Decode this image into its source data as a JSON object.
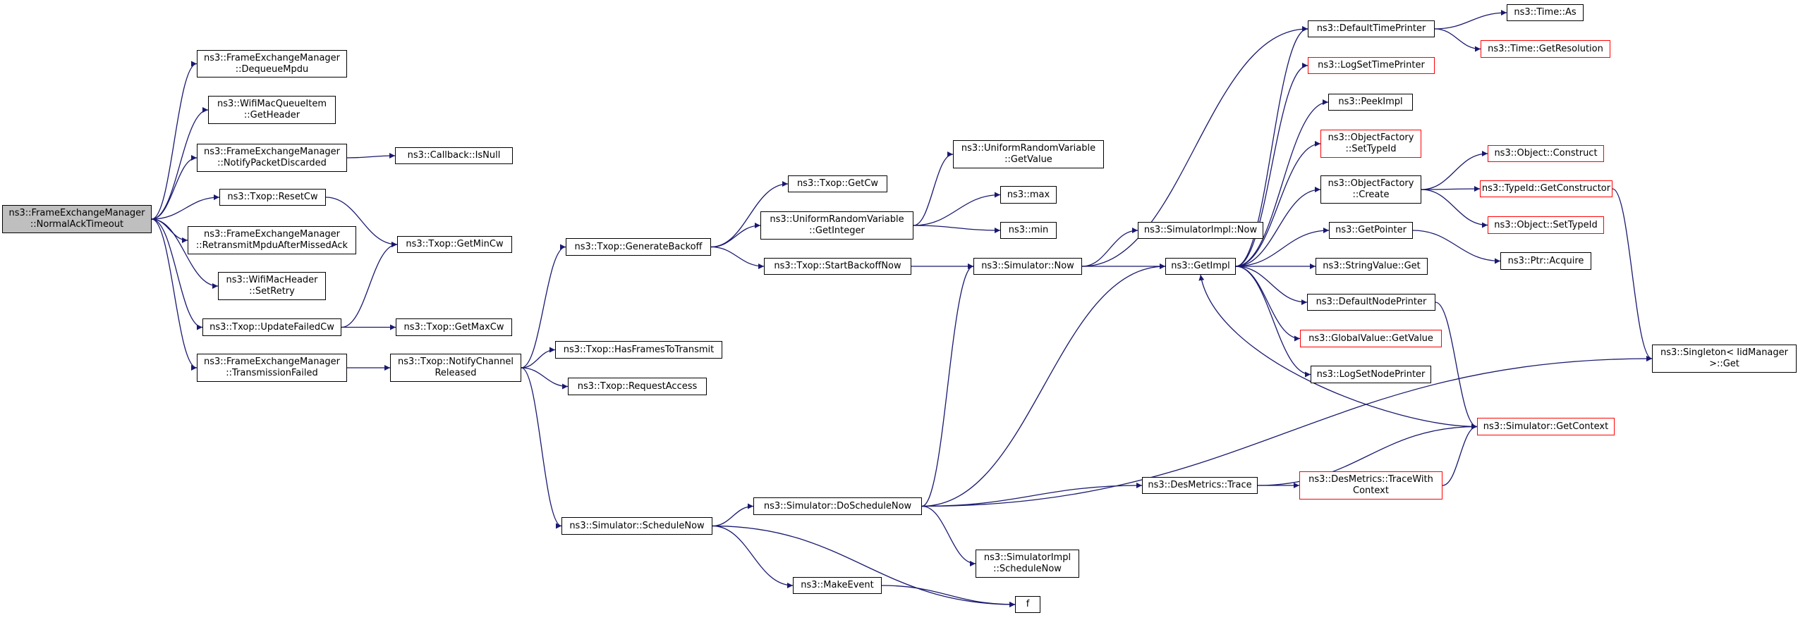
{
  "graph": {
    "edge_color": "#191970",
    "truncated_border_color": "#ff0000",
    "focus_fill": "#bfbfbf",
    "nodes": [
      {
        "id": "naTimeout",
        "label": "ns3::FrameExchangeManager\n::NormalAckTimeout",
        "focus": true
      },
      {
        "id": "dequeue",
        "label": "ns3::FrameExchangeManager\n::DequeueMpdu"
      },
      {
        "id": "getHeader",
        "label": "ns3::WifiMacQueueItem\n::GetHeader"
      },
      {
        "id": "notifyDiscard",
        "label": "ns3::FrameExchangeManager\n::NotifyPacketDiscarded"
      },
      {
        "id": "resetCw",
        "label": "ns3::Txop::ResetCw"
      },
      {
        "id": "retransmit",
        "label": "ns3::FrameExchangeManager\n::RetransmitMpduAfterMissedAck"
      },
      {
        "id": "setRetry",
        "label": "ns3::WifiMacHeader\n::SetRetry"
      },
      {
        "id": "updateFailedCw",
        "label": "ns3::Txop::UpdateFailedCw"
      },
      {
        "id": "txFailed",
        "label": "ns3::FrameExchangeManager\n::TransmissionFailed"
      },
      {
        "id": "cbIsNull",
        "label": "ns3::Callback::IsNull"
      },
      {
        "id": "getMinCw",
        "label": "ns3::Txop::GetMinCw"
      },
      {
        "id": "getMaxCw",
        "label": "ns3::Txop::GetMaxCw"
      },
      {
        "id": "notifyChRel",
        "label": "ns3::Txop::NotifyChannel\nReleased"
      },
      {
        "id": "genBackoff",
        "label": "ns3::Txop::GenerateBackoff"
      },
      {
        "id": "hasFrames",
        "label": "ns3::Txop::HasFramesToTransmit"
      },
      {
        "id": "reqAccess",
        "label": "ns3::Txop::RequestAccess"
      },
      {
        "id": "schedNow",
        "label": "ns3::Simulator::ScheduleNow"
      },
      {
        "id": "getCw",
        "label": "ns3::Txop::GetCw"
      },
      {
        "id": "urvGetInt",
        "label": "ns3::UniformRandomVariable\n::GetInteger"
      },
      {
        "id": "startBackoff",
        "label": "ns3::Txop::StartBackoffNow"
      },
      {
        "id": "doSchedNow",
        "label": "ns3::Simulator::DoScheduleNow"
      },
      {
        "id": "makeEvent",
        "label": "ns3::MakeEvent"
      },
      {
        "id": "urvGetVal",
        "label": "ns3::UniformRandomVariable\n::GetValue"
      },
      {
        "id": "max",
        "label": "ns3::max"
      },
      {
        "id": "min",
        "label": "ns3::min"
      },
      {
        "id": "simNow",
        "label": "ns3::Simulator::Now"
      },
      {
        "id": "implSchedNow",
        "label": "ns3::SimulatorImpl\n::ScheduleNow"
      },
      {
        "id": "f",
        "label": "f"
      },
      {
        "id": "implNow",
        "label": "ns3::SimulatorImpl::Now"
      },
      {
        "id": "getImpl",
        "label": "ns3::GetImpl"
      },
      {
        "id": "desTrace",
        "label": "ns3::DesMetrics::Trace"
      },
      {
        "id": "defTimePrinter",
        "label": "ns3::DefaultTimePrinter"
      },
      {
        "id": "logSetTimePrinter",
        "label": "ns3::LogSetTimePrinter",
        "truncated": true
      },
      {
        "id": "peekImpl",
        "label": "ns3::PeekImpl"
      },
      {
        "id": "ofSetTypeId",
        "label": "ns3::ObjectFactory\n::SetTypeId",
        "truncated": true
      },
      {
        "id": "ofCreate",
        "label": "ns3::ObjectFactory\n::Create"
      },
      {
        "id": "getPointer",
        "label": "ns3::GetPointer"
      },
      {
        "id": "svGet",
        "label": "ns3::StringValue::Get"
      },
      {
        "id": "defNodePrinter",
        "label": "ns3::DefaultNodePrinter"
      },
      {
        "id": "gvGetValue",
        "label": "ns3::GlobalValue::GetValue",
        "truncated": true
      },
      {
        "id": "logSetNodePrinter",
        "label": "ns3::LogSetNodePrinter"
      },
      {
        "id": "desTraceCtx",
        "label": "ns3::DesMetrics::TraceWith\nContext",
        "truncated": true
      },
      {
        "id": "timeAs",
        "label": "ns3::Time::As"
      },
      {
        "id": "timeRes",
        "label": "ns3::Time::GetResolution",
        "truncated": true
      },
      {
        "id": "objConstruct",
        "label": "ns3::Object::Construct",
        "truncated": true
      },
      {
        "id": "tidGetCtor",
        "label": "ns3::TypeId::GetConstructor",
        "truncated": true
      },
      {
        "id": "objSetTypeId",
        "label": "ns3::Object::SetTypeId",
        "truncated": true
      },
      {
        "id": "ptrAcquire",
        "label": "ns3::Ptr::Acquire"
      },
      {
        "id": "simGetCtx",
        "label": "ns3::Simulator::GetContext",
        "truncated": true
      },
      {
        "id": "singletonGet",
        "label": "ns3::Singleton< IidManager\n>::Get"
      }
    ],
    "edges": [
      [
        "naTimeout",
        "dequeue"
      ],
      [
        "naTimeout",
        "getHeader"
      ],
      [
        "naTimeout",
        "notifyDiscard"
      ],
      [
        "naTimeout",
        "resetCw"
      ],
      [
        "naTimeout",
        "retransmit"
      ],
      [
        "naTimeout",
        "setRetry"
      ],
      [
        "naTimeout",
        "updateFailedCw"
      ],
      [
        "naTimeout",
        "txFailed"
      ],
      [
        "notifyDiscard",
        "cbIsNull"
      ],
      [
        "resetCw",
        "getMinCw"
      ],
      [
        "updateFailedCw",
        "getMinCw"
      ],
      [
        "updateFailedCw",
        "getMaxCw"
      ],
      [
        "txFailed",
        "notifyChRel"
      ],
      [
        "notifyChRel",
        "genBackoff"
      ],
      [
        "notifyChRel",
        "hasFrames"
      ],
      [
        "notifyChRel",
        "reqAccess"
      ],
      [
        "notifyChRel",
        "schedNow"
      ],
      [
        "genBackoff",
        "getCw"
      ],
      [
        "genBackoff",
        "urvGetInt"
      ],
      [
        "genBackoff",
        "startBackoff"
      ],
      [
        "urvGetInt",
        "urvGetVal"
      ],
      [
        "urvGetInt",
        "max"
      ],
      [
        "urvGetInt",
        "min"
      ],
      [
        "startBackoff",
        "simNow"
      ],
      [
        "schedNow",
        "doSchedNow"
      ],
      [
        "schedNow",
        "makeEvent"
      ],
      [
        "schedNow",
        "f"
      ],
      [
        "makeEvent",
        "f"
      ],
      [
        "doSchedNow",
        "simNow"
      ],
      [
        "doSchedNow",
        "getImpl"
      ],
      [
        "doSchedNow",
        "desTrace"
      ],
      [
        "doSchedNow",
        "implSchedNow"
      ],
      [
        "doSchedNow",
        "singletonGet"
      ],
      [
        "simNow",
        "implNow"
      ],
      [
        "simNow",
        "getImpl"
      ],
      [
        "simNow",
        "defTimePrinter"
      ],
      [
        "getImpl",
        "defTimePrinter"
      ],
      [
        "getImpl",
        "logSetTimePrinter"
      ],
      [
        "getImpl",
        "peekImpl"
      ],
      [
        "getImpl",
        "ofSetTypeId"
      ],
      [
        "getImpl",
        "ofCreate"
      ],
      [
        "getImpl",
        "getPointer"
      ],
      [
        "getImpl",
        "svGet"
      ],
      [
        "getImpl",
        "defNodePrinter"
      ],
      [
        "getImpl",
        "gvGetValue"
      ],
      [
        "getImpl",
        "logSetNodePrinter"
      ],
      [
        "simGetCtx",
        "getImpl"
      ],
      [
        "desTrace",
        "desTraceCtx"
      ],
      [
        "desTrace",
        "simGetCtx"
      ],
      [
        "desTraceCtx",
        "simGetCtx"
      ],
      [
        "defTimePrinter",
        "timeAs"
      ],
      [
        "defTimePrinter",
        "timeRes"
      ],
      [
        "ofCreate",
        "objConstruct"
      ],
      [
        "ofCreate",
        "tidGetCtor"
      ],
      [
        "ofCreate",
        "objSetTypeId"
      ],
      [
        "tidGetCtor",
        "singletonGet"
      ],
      [
        "getPointer",
        "ptrAcquire"
      ],
      [
        "defNodePrinter",
        "simGetCtx"
      ]
    ]
  }
}
